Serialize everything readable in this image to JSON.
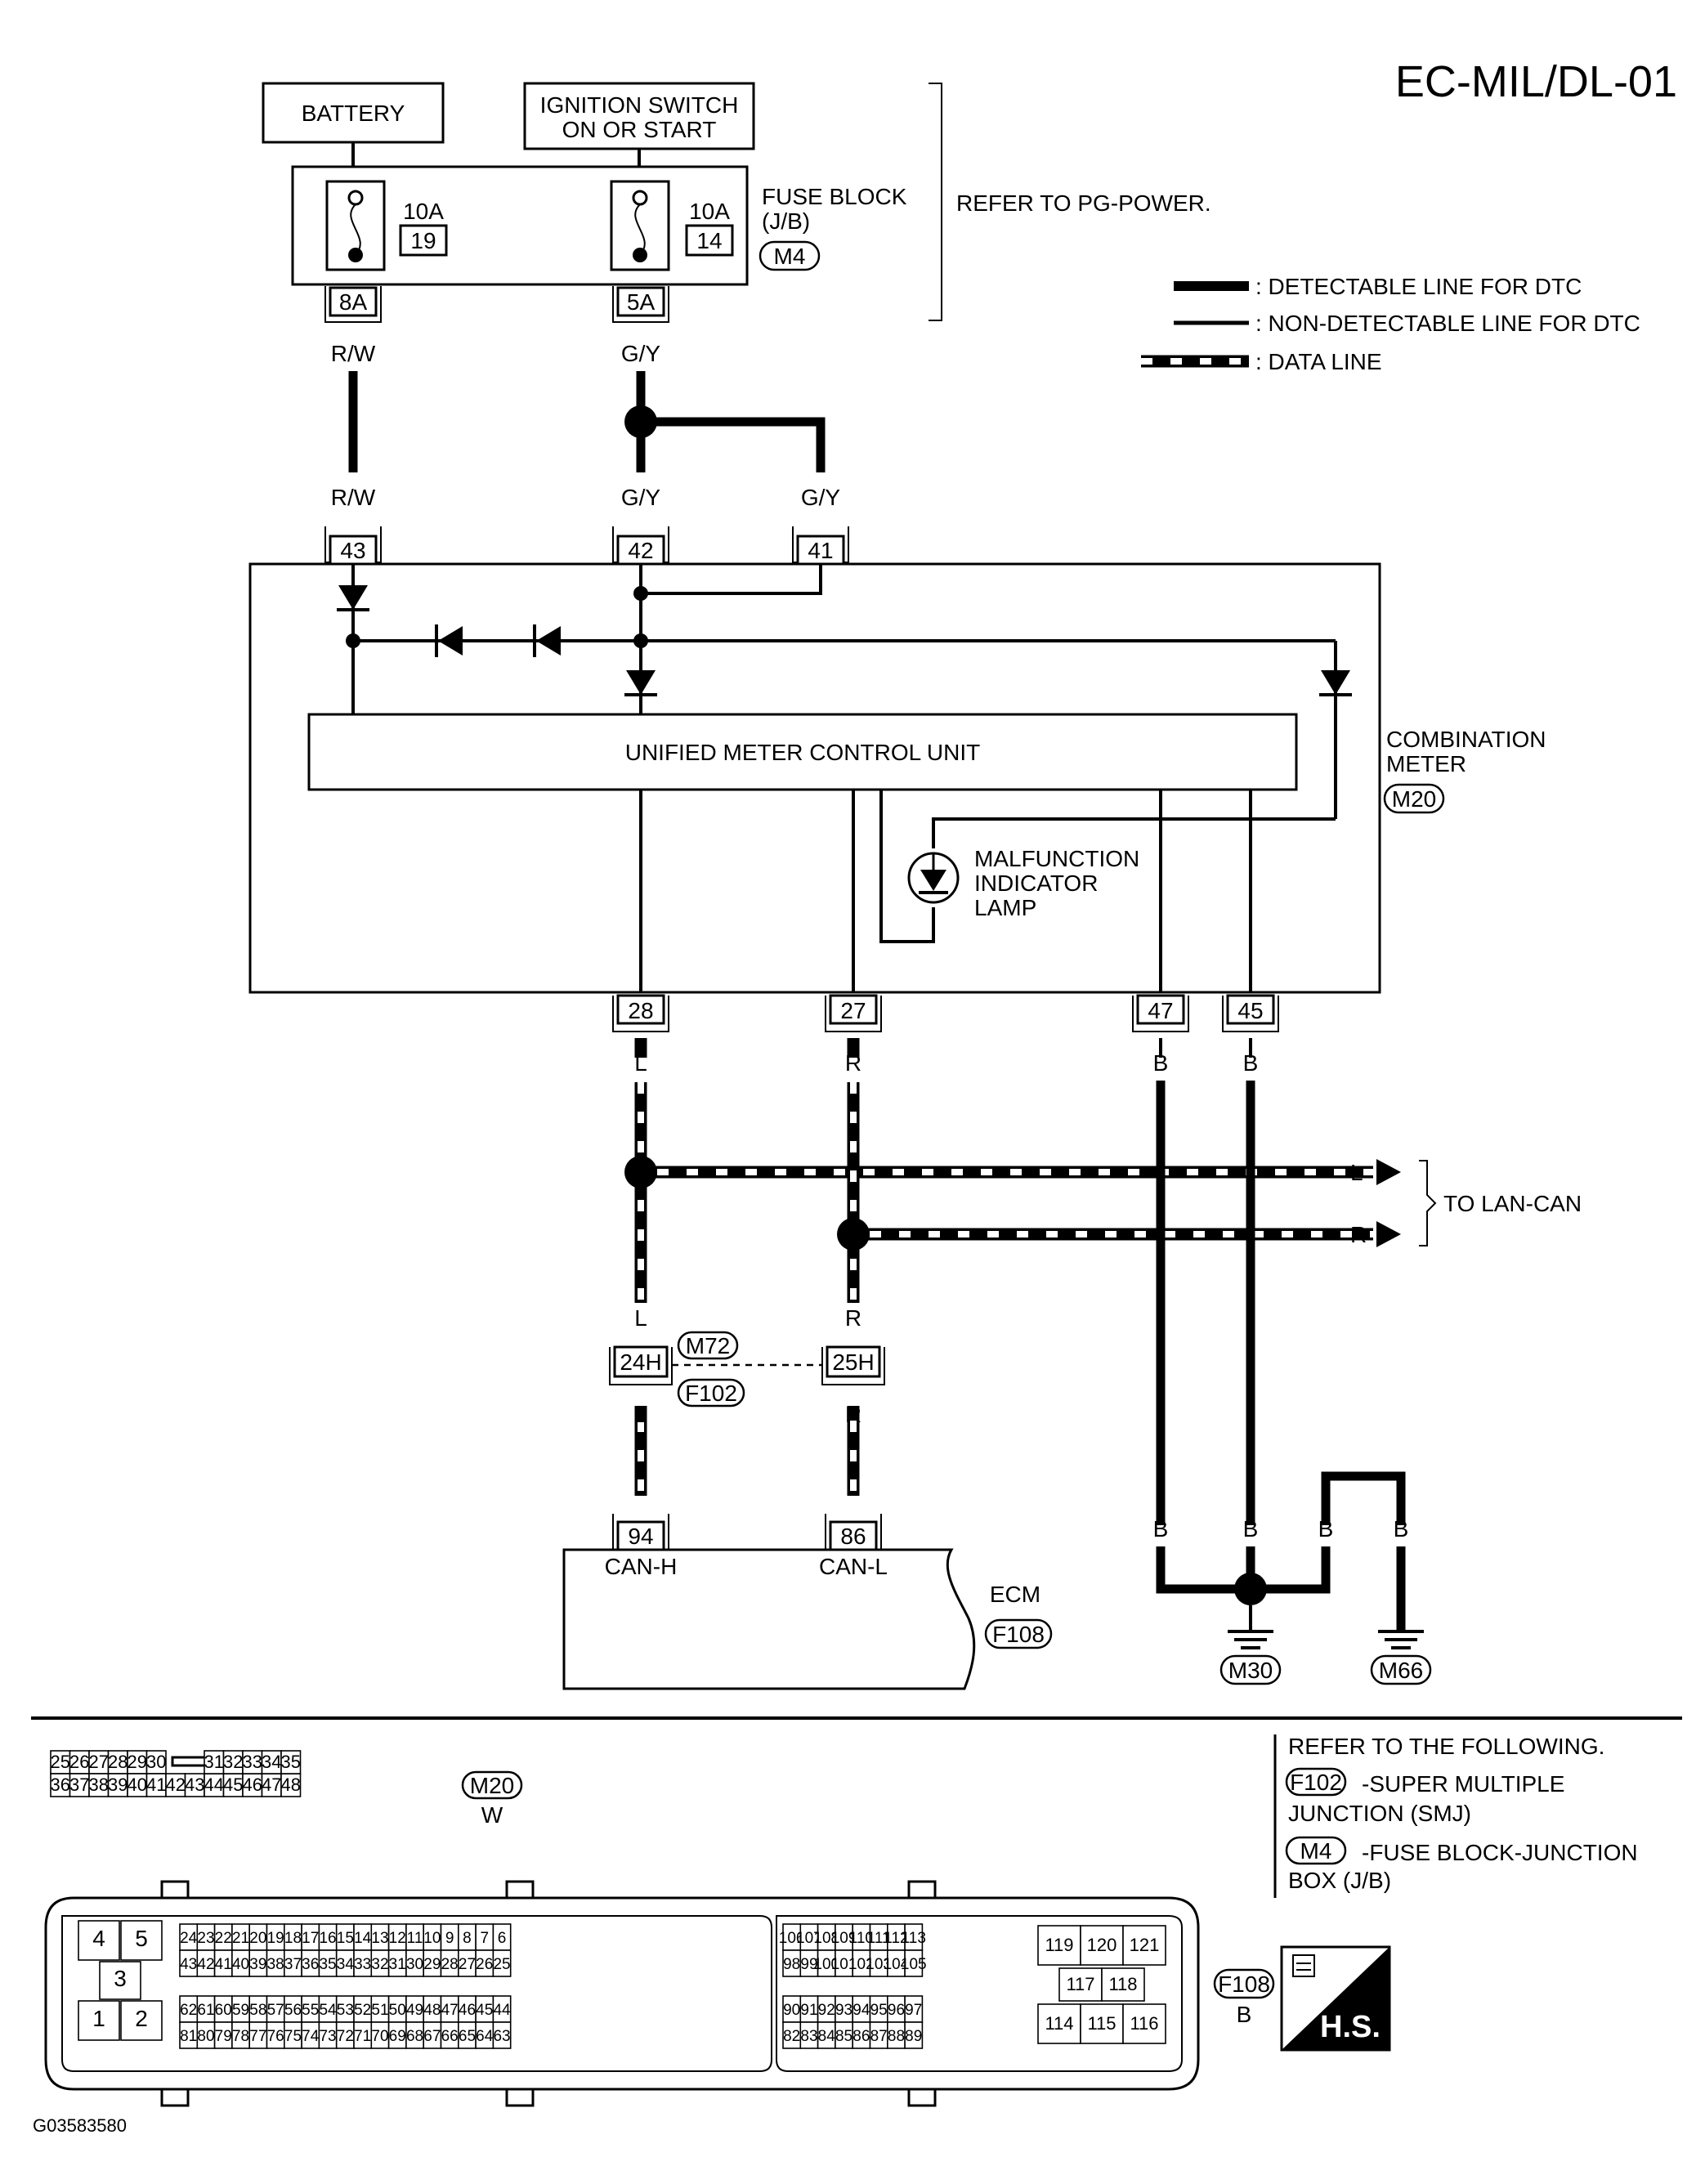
{
  "diagram_id": "EC-MIL/DL-01",
  "figure_code": "G03583580",
  "power": {
    "battery": "BATTERY",
    "ignition": [
      "IGNITION SWITCH",
      "ON OR START"
    ],
    "fuse_left": {
      "rating": "10A",
      "number": "19",
      "terminal": "8A"
    },
    "fuse_right": {
      "rating": "10A",
      "number": "14",
      "terminal": "5A"
    },
    "fuse_block": [
      "FUSE BLOCK",
      "(J/B)"
    ],
    "fuse_block_connector": "M4",
    "refer": "REFER TO PG-POWER."
  },
  "legend": {
    "detectable": ": DETECTABLE LINE FOR DTC",
    "non_detectable": ": NON-DETECTABLE LINE FOR DTC",
    "data_line": ": DATA LINE"
  },
  "wire_colors": {
    "rw": "R/W",
    "gy": "G/Y",
    "l": "L",
    "r": "R",
    "b": "B"
  },
  "meter": {
    "terminals": {
      "t43": "43",
      "t42": "42",
      "t41": "41",
      "t28": "28",
      "t27": "27",
      "t47": "47",
      "t45": "45"
    },
    "unit": "UNIFIED METER CONTROL UNIT",
    "name": [
      "COMBINATION",
      "METER"
    ],
    "connector": "M20",
    "mil": [
      "MALFUNCTION",
      "INDICATOR",
      "LAMP"
    ]
  },
  "lan_can": {
    "to": "TO LAN-CAN",
    "l": "L",
    "r": "R"
  },
  "joint": {
    "t24": "24H",
    "t25": "25H",
    "c_m72": "M72",
    "c_f102": "F102"
  },
  "ecm": {
    "t94": "94",
    "t86": "86",
    "can_h": "CAN-H",
    "can_l": "CAN-L",
    "name": "ECM",
    "connector": "F108"
  },
  "grounds": {
    "m30": "M30",
    "m66": "M66"
  },
  "refer_list": {
    "heading": "REFER TO THE FOLLOWING.",
    "f102": "F102",
    "f102_text": [
      "-SUPER MULTIPLE",
      "JUNCTION (SMJ)"
    ],
    "m4": "M4",
    "m4_text": [
      "-FUSE BLOCK-JUNCTION",
      "BOX (J/B)"
    ]
  },
  "m20_face": {
    "connector": "M20",
    "color": "W",
    "row1_left": [
      "25",
      "26",
      "27",
      "28",
      "29",
      "30"
    ],
    "row1_right": [
      "31",
      "32",
      "33",
      "34",
      "35"
    ],
    "row2": [
      "36",
      "37",
      "38",
      "39",
      "40",
      "41",
      "42",
      "43",
      "44",
      "45",
      "46",
      "47",
      "48"
    ]
  },
  "f108_face": {
    "connector": "F108",
    "color": "B",
    "block1": [
      "4",
      "5",
      "3",
      "1",
      "2"
    ],
    "row_a": [
      "24",
      "23",
      "22",
      "21",
      "20",
      "19",
      "18",
      "17",
      "16",
      "15",
      "14",
      "13",
      "12",
      "11",
      "10",
      "9",
      "8",
      "7",
      "6"
    ],
    "row_b": [
      "43",
      "42",
      "41",
      "40",
      "39",
      "38",
      "37",
      "36",
      "35",
      "34",
      "33",
      "32",
      "31",
      "30",
      "29",
      "28",
      "27",
      "26",
      "25"
    ],
    "row_c": [
      "62",
      "61",
      "60",
      "59",
      "58",
      "57",
      "56",
      "55",
      "54",
      "53",
      "52",
      "51",
      "50",
      "49",
      "48",
      "47",
      "46",
      "45",
      "44"
    ],
    "row_d": [
      "81",
      "80",
      "79",
      "78",
      "77",
      "76",
      "75",
      "74",
      "73",
      "72",
      "71",
      "70",
      "69",
      "68",
      "67",
      "66",
      "65",
      "64",
      "63"
    ],
    "mid_a": [
      "106",
      "107",
      "108",
      "109",
      "110",
      "111",
      "112",
      "113"
    ],
    "mid_b": [
      "98",
      "99",
      "100",
      "101",
      "102",
      "103",
      "104",
      "105"
    ],
    "mid_c": [
      "90",
      "91",
      "92",
      "93",
      "94",
      "95",
      "96",
      "97"
    ],
    "mid_d": [
      "82",
      "83",
      "84",
      "85",
      "86",
      "87",
      "88",
      "89"
    ],
    "right_top": [
      "119",
      "120",
      "121"
    ],
    "right_mid": [
      "117",
      "118"
    ],
    "right_bot": [
      "114",
      "115",
      "116"
    ]
  },
  "hs_badge": "H.S."
}
